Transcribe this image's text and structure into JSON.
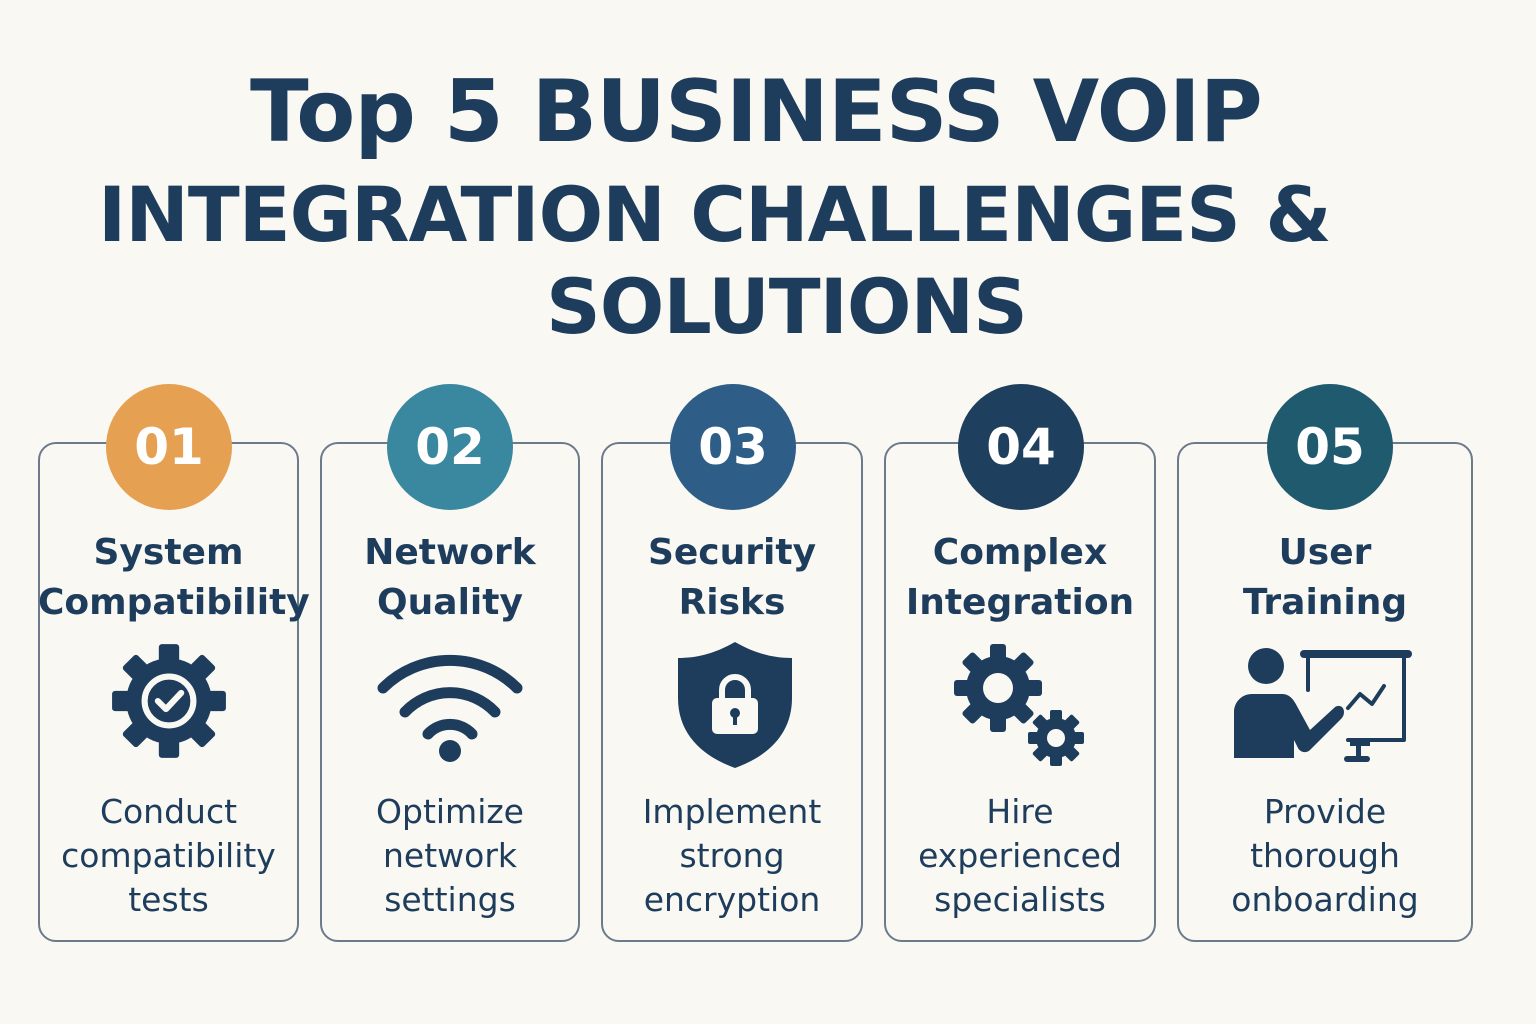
{
  "title": {
    "line1": "Top 5 BUSINESS VOIP",
    "line2": "INTEGRATION CHALLENGES &",
    "line3": "SOLUTIONS"
  },
  "colors": {
    "background": "#faf8f3",
    "text": "#1e3d5c",
    "card_border": "#6b7b8c",
    "badges": [
      "#e5a052",
      "#3a87a0",
      "#2e5d87",
      "#1e3f5e",
      "#205a6e"
    ]
  },
  "items": [
    {
      "number": "01",
      "heading_1": "System",
      "heading_2": "Compatibility",
      "icon": "gear-check-icon",
      "desc_1": "Conduct",
      "desc_2": "compatibility",
      "desc_3": "tests"
    },
    {
      "number": "02",
      "heading_1": "Network",
      "heading_2": "Quality",
      "icon": "wifi-icon",
      "desc_1": "Optimize",
      "desc_2": "network",
      "desc_3": "settings"
    },
    {
      "number": "03",
      "heading_1": "Security",
      "heading_2": "Risks",
      "icon": "shield-lock-icon",
      "desc_1": "Implement",
      "desc_2": "strong",
      "desc_3": "encryption"
    },
    {
      "number": "04",
      "heading_1": "Complex",
      "heading_2": "Integration",
      "icon": "gears-icon",
      "desc_1": "Hire",
      "desc_2": "experienced",
      "desc_3": "specialists"
    },
    {
      "number": "05",
      "heading_1": "User",
      "heading_2": "Training",
      "icon": "presenter-icon",
      "desc_1": "Provide",
      "desc_2": "thorough",
      "desc_3": "onboarding"
    }
  ]
}
